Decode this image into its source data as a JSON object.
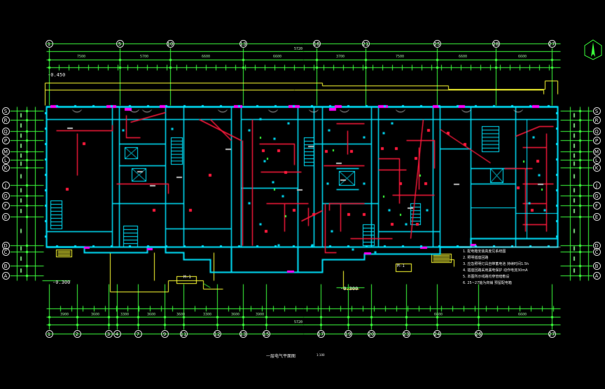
{
  "drawing": {
    "title": "一层电气平面图",
    "scale": "1:100",
    "colors": {
      "background": "#000000",
      "wall": "#00e5ff",
      "wiring": "#ff1a3c",
      "dimension": "#3cff3c",
      "outline": "#ffff33",
      "text": "#ffffff",
      "fixture": "#ff00ff"
    }
  },
  "grid": {
    "top_axes": [
      "1",
      "5",
      "10",
      "13",
      "16",
      "21",
      "25",
      "28",
      "27"
    ],
    "bottom_axes": [
      "1",
      "2",
      "3",
      "4",
      "7",
      "9",
      "11",
      "12",
      "13",
      "15",
      "17",
      "19",
      "20",
      "23",
      "24",
      "26",
      "27"
    ],
    "row_axes_left": [
      "S",
      "R",
      "Q",
      "P",
      "M",
      "L",
      "K",
      "J",
      "G",
      "F",
      "E",
      "D",
      "C",
      "B",
      "A"
    ],
    "row_axes_right": [
      "S",
      "R",
      "Q",
      "P",
      "M",
      "L",
      "K",
      "J",
      "G",
      "F",
      "E",
      "D",
      "C",
      "B",
      "A"
    ]
  },
  "dimensions": {
    "top_total": "5720",
    "top_segments": [
      "7500",
      "5700",
      "6600",
      "6600",
      "3700",
      "7500",
      "6600",
      "6600"
    ],
    "bottom_total": "5720",
    "bottom_segments": [
      "3900",
      "3600",
      "3300",
      "3600",
      "3600",
      "3300",
      "3600",
      "3900",
      "6600",
      "6600"
    ]
  },
  "labels": {
    "elev_top": "-0.450",
    "elev_left": "-0.300",
    "elev_bottom": "-0.300",
    "m1_a": "M-1",
    "m1_b": "M-1"
  },
  "notes": [
    "1. 配电箱安装高度见系统图",
    "2. 照明插座回路",
    "3. 应急照明灯具自带蓄电池 持续时间1.5h",
    "4. 插座回路采用漏电保护 动作电流30mA",
    "5. 本图所示线路均穿管暗敷设",
    "6. 25~27轴为商铺 预留配电箱"
  ]
}
